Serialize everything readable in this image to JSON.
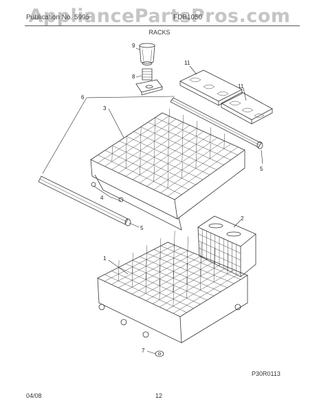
{
  "watermark": "AppliancePartsPros.com",
  "header": {
    "left_text": "Publication No. 5995",
    "right_text": "FDB1050",
    "section_title": "RACKS"
  },
  "footer": {
    "date": "04/08",
    "page_number": "12",
    "drawing_code": "P30R0113"
  },
  "callouts": {
    "c1": "1",
    "c2": "2",
    "c3": "3",
    "c4": "4",
    "c5a": "5",
    "c5b": "5",
    "c6": "6",
    "c7": "7",
    "c8": "8",
    "c9": "9",
    "c11a": "11",
    "c11b": "11"
  }
}
